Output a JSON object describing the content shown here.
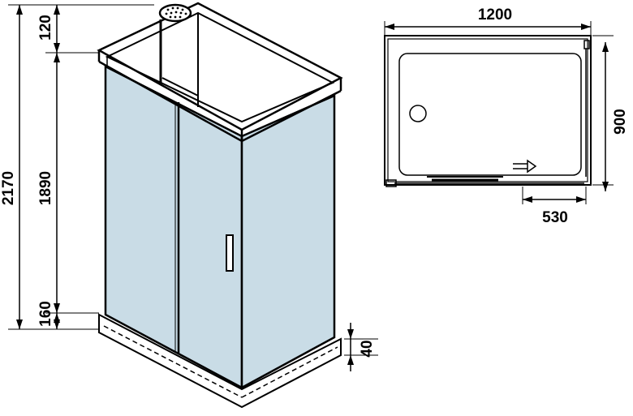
{
  "colors": {
    "glass": "#c9dce6",
    "line": "#000000",
    "background": "#ffffff"
  },
  "icons": {
    "shower_head": "shower-head-icon",
    "drain": "drain-icon",
    "slide_arrow": "arrow-right-icon",
    "door_handle": "door-handle-icon"
  },
  "dimensions": {
    "total_height": "2170",
    "top_gap": "120",
    "glass_height": "1890",
    "tray_height": "160",
    "tray_lip": "40",
    "width": "1200",
    "depth": "900",
    "door_opening": "530"
  }
}
